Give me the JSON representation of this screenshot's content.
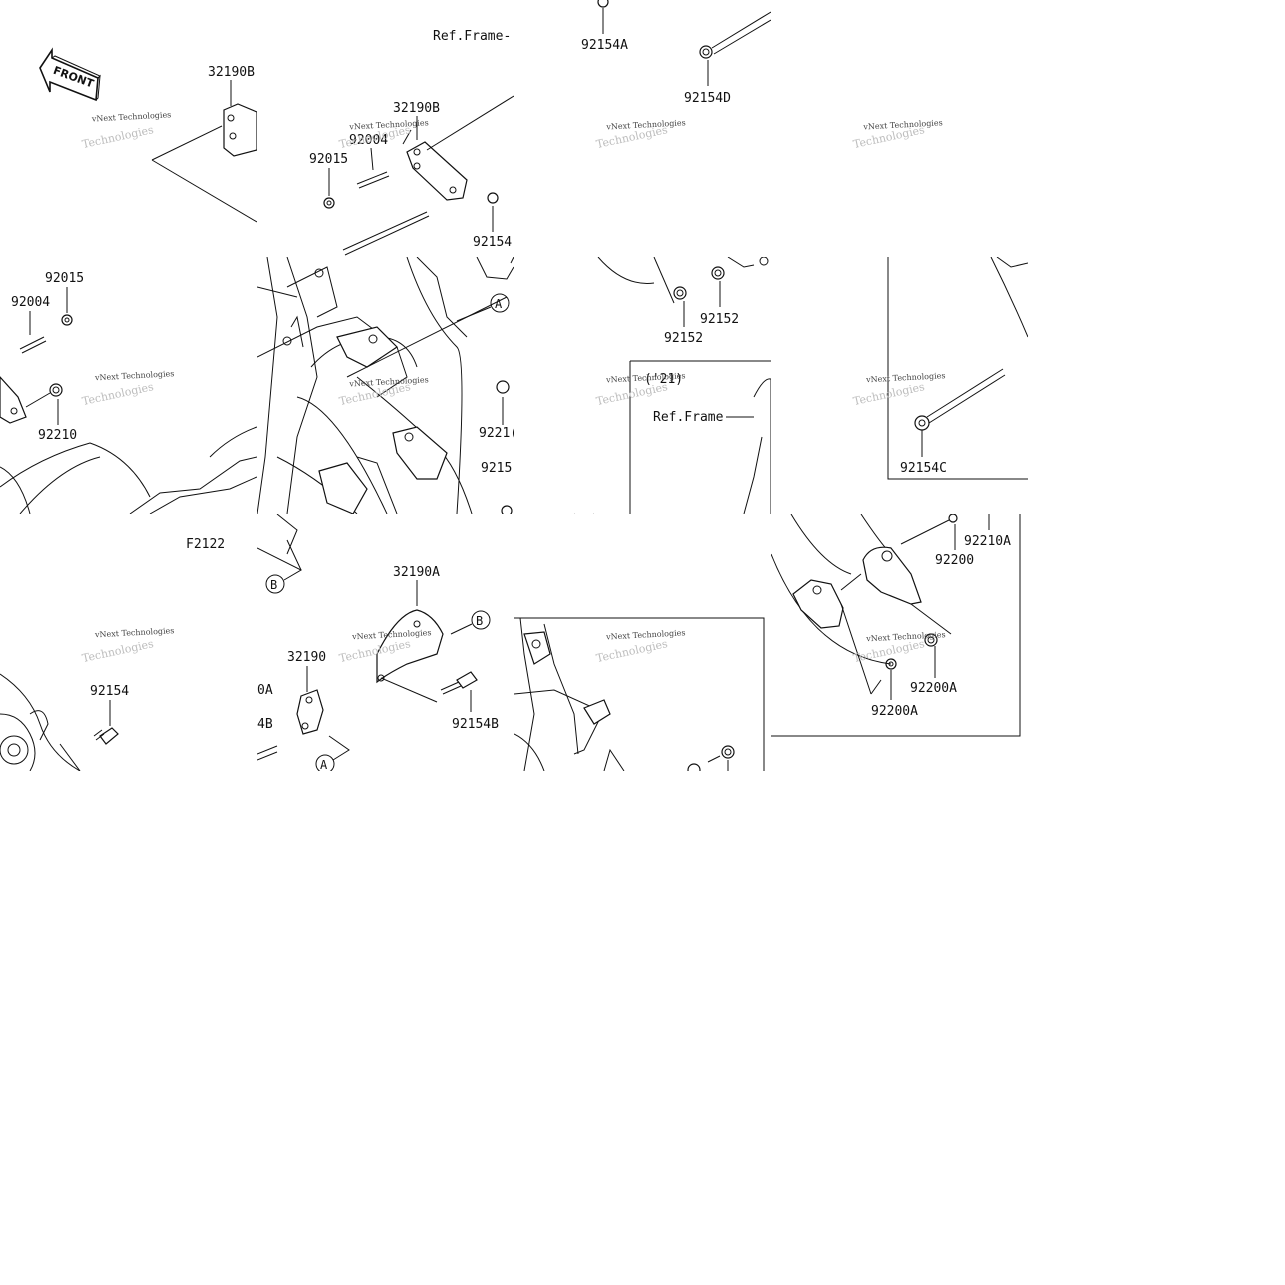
{
  "labels": {
    "t00_32190B": "32190B",
    "t01_ref_frame": "Ref.Frame-",
    "t01_32190B": "32190B",
    "t01_92004": "92004",
    "t01_92015": "92015",
    "t01_92154": "92154",
    "t02_92154A": "92154A",
    "t02_92154D": "92154D",
    "t10_92015": "92015",
    "t10_92004": "92004",
    "t10_92210": "92210",
    "t11_9221": "9221(",
    "t11_9215": "9215",
    "t12_92152a": "92152",
    "t12_92152b": "92152",
    "t12_21": "('21)",
    "t12_ref_frame": "Ref.Frame",
    "t13_92154C": "92154C",
    "t20_F2122": "F2122",
    "t20_92154": "92154",
    "t21_32190A": "32190A",
    "t21_32190": "32190",
    "t21_0A": "0A",
    "t21_4B": "4B",
    "t21_92154B": "92154B",
    "t23_92210A": "92210A",
    "t23_92200": "92200",
    "t23_92200A_a": "92200A",
    "t23_92200A_b": "92200A"
  },
  "callouts": {
    "A": "A",
    "B": "B"
  },
  "front_arrow": "FRONT",
  "watermark": {
    "line1": "vNext Technologies",
    "line2": "Technologies"
  },
  "colors": {
    "line": "#111111",
    "background": "#ffffff",
    "watermark": "#bdbdbd"
  }
}
